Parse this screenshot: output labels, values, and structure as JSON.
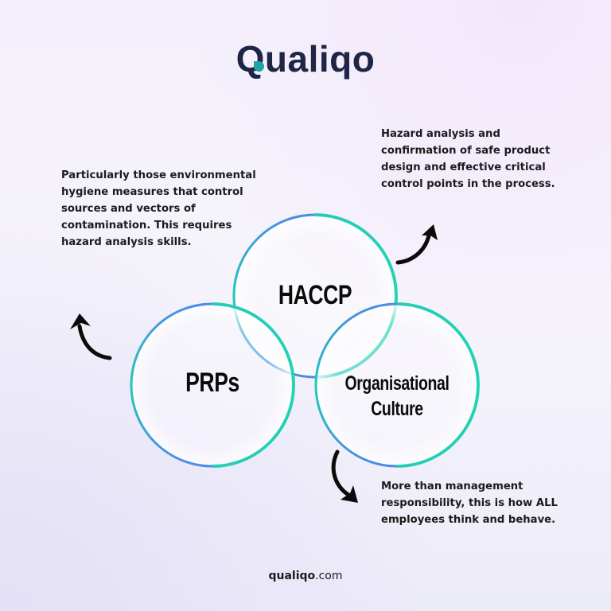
{
  "brand": {
    "logo_text": "Qualiqo",
    "logo_accent_color": "#1fa4a8",
    "logo_text_color": "#1f2546"
  },
  "diagram": {
    "circles": [
      {
        "id": "haccp",
        "label": "HACCP",
        "description": "Hazard analysis and confirmation of safe product design and effective critical control points in the process."
      },
      {
        "id": "prps",
        "label": "PRPs",
        "description": "Particularly those environmental hygiene measures that control sources and vectors of contamination. This requires hazard analysis skills."
      },
      {
        "id": "culture",
        "label_line1": "Organisational",
        "label_line2": "Culture",
        "description": "More than management responsibility, this is how ALL employees think and behave."
      }
    ],
    "stroke_colors": {
      "blue": "#4a8be8",
      "teal": "#1fd6b0"
    },
    "arrow_color": "#0b0b0b"
  },
  "footer": {
    "domain_bold": "qualiqo",
    "domain_suffix": ".com"
  }
}
